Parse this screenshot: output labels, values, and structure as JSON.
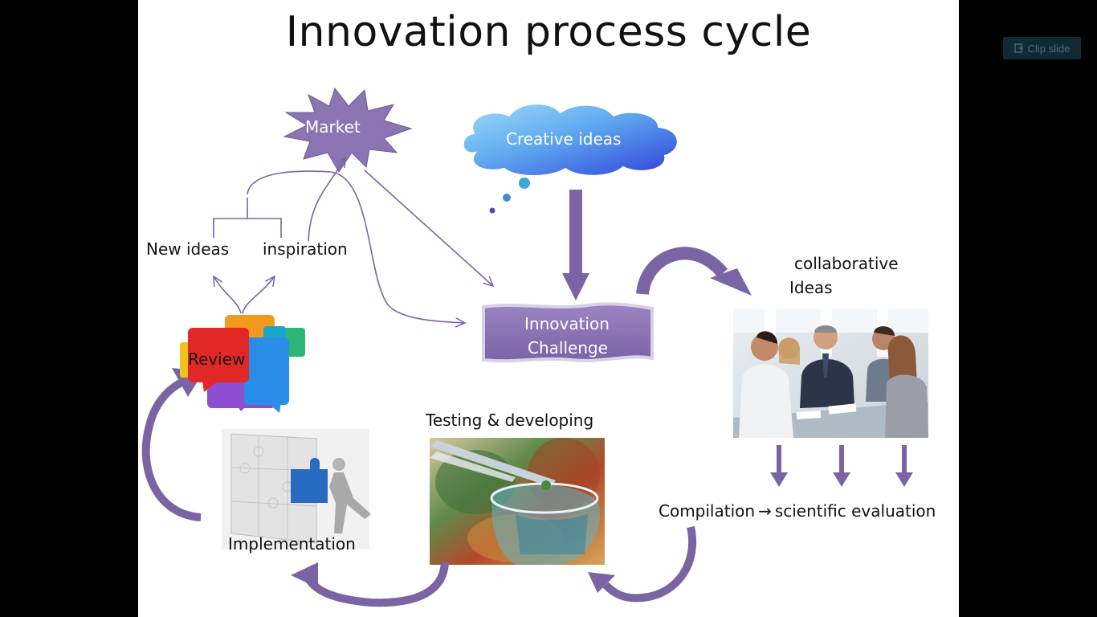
{
  "viewer": {
    "clip_button_label": "Clip slide"
  },
  "slide": {
    "title": "Innovation process cycle",
    "nodes": {
      "market": "Market",
      "creative_ideas": "Creative ideas",
      "new_ideas": "New ideas",
      "inspiration": "inspiration",
      "innovation_challenge_line1": "Innovation",
      "innovation_challenge_line2": "Challenge",
      "collaborative_line1": "collaborative",
      "collaborative_line2": "Ideas",
      "review": "Review",
      "testing": "Testing & developing",
      "implementation": "Implementation",
      "compilation": "Compilation",
      "scientific_evaluation": "scientific evaluation"
    }
  },
  "colors": {
    "arrow_purple": "#7b64a3",
    "arrow_purple_light": "#8d78b6",
    "shape_purple": "#8b74b2",
    "cloud_blue_light": "#7ec8f4",
    "cloud_blue_dark": "#3b5be0"
  },
  "icons": [
    "clip-icon",
    "puzzle-wall-image",
    "lab-pipette-image",
    "meeting-photo",
    "speech-bubbles-icon"
  ]
}
